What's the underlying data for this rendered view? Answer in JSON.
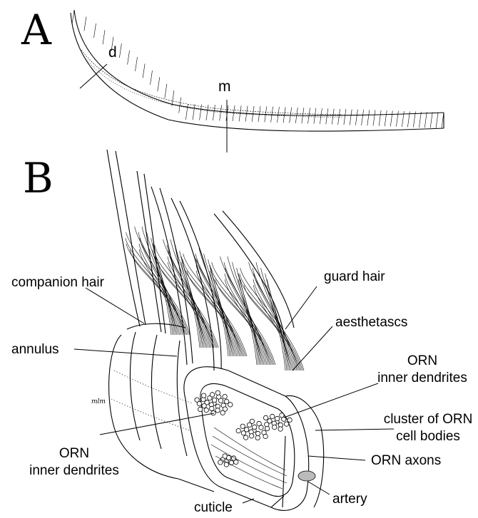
{
  "panels": {
    "a": {
      "letter": "A",
      "labels": {
        "d": "d",
        "m": "m"
      }
    },
    "b": {
      "letter": "B"
    }
  },
  "labels": {
    "companion_hair": "companion hair",
    "annulus": "annulus",
    "orn_left_line1": "ORN",
    "orn_left_line2": "inner dendrites",
    "guard_hair": "guard hair",
    "aesthetascs": "aesthetascs",
    "orn_right_line1": "ORN",
    "orn_right_line2": "inner dendrites",
    "cluster_line1": "cluster of ORN",
    "cluster_line2": "cell bodies",
    "orn_axons": "ORN axons",
    "artery": "artery",
    "cuticle": "cuticle"
  },
  "signature": "mlm"
}
